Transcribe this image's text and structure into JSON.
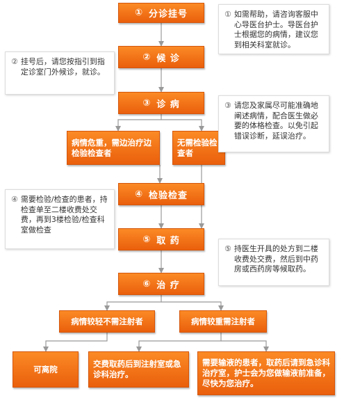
{
  "steps": [
    {
      "num": "①",
      "label": "分诊挂号"
    },
    {
      "num": "②",
      "label": "候 诊"
    },
    {
      "num": "③",
      "label": "诊 病"
    },
    {
      "num": "④",
      "label": "检验检查"
    },
    {
      "num": "⑤",
      "label": "取 药"
    },
    {
      "num": "⑥",
      "label": "治 疗"
    }
  ],
  "branches": {
    "critical_exam": "病情危重，需边治疗边检验检查者",
    "no_exam": "无需检验检查者",
    "mild_no_injection": "病情较轻不需注射者",
    "severe_injection": "病情较重需注射者",
    "can_leave": "可离院",
    "injection_room": "交费取药后到注射室或急诊科治疗。",
    "infusion": "需要输液的患者，取药后请到急诊科治疗室，护士会为您做输液前准备，尽快为您治疗。"
  },
  "notes": [
    {
      "mark": "①",
      "text": "如需帮助，请咨询客服中心导医台护士。导医台护士根据您的病情，建议您到相关科室就诊。"
    },
    {
      "mark": "②",
      "text": "挂号后，请您按指引到指定诊室门外候诊，就诊。"
    },
    {
      "mark": "③",
      "text": "请您及家属尽可能准确地阐述病情，配合医生做必要的体格检查。以免引起错误诊断，延误治疗。"
    },
    {
      "mark": "④",
      "text": "需要检验/检查的患者，持检查单至二楼收费处交费，再到3楼检验/检查科室做检查"
    },
    {
      "mark": "⑤",
      "text": "持医生开具的处方到二楼收费处交费，然后到中药房或西药房等候取药。"
    }
  ],
  "colors": {
    "box": "#f07214",
    "line": "#999999",
    "note_border": "#dcdcdc"
  }
}
